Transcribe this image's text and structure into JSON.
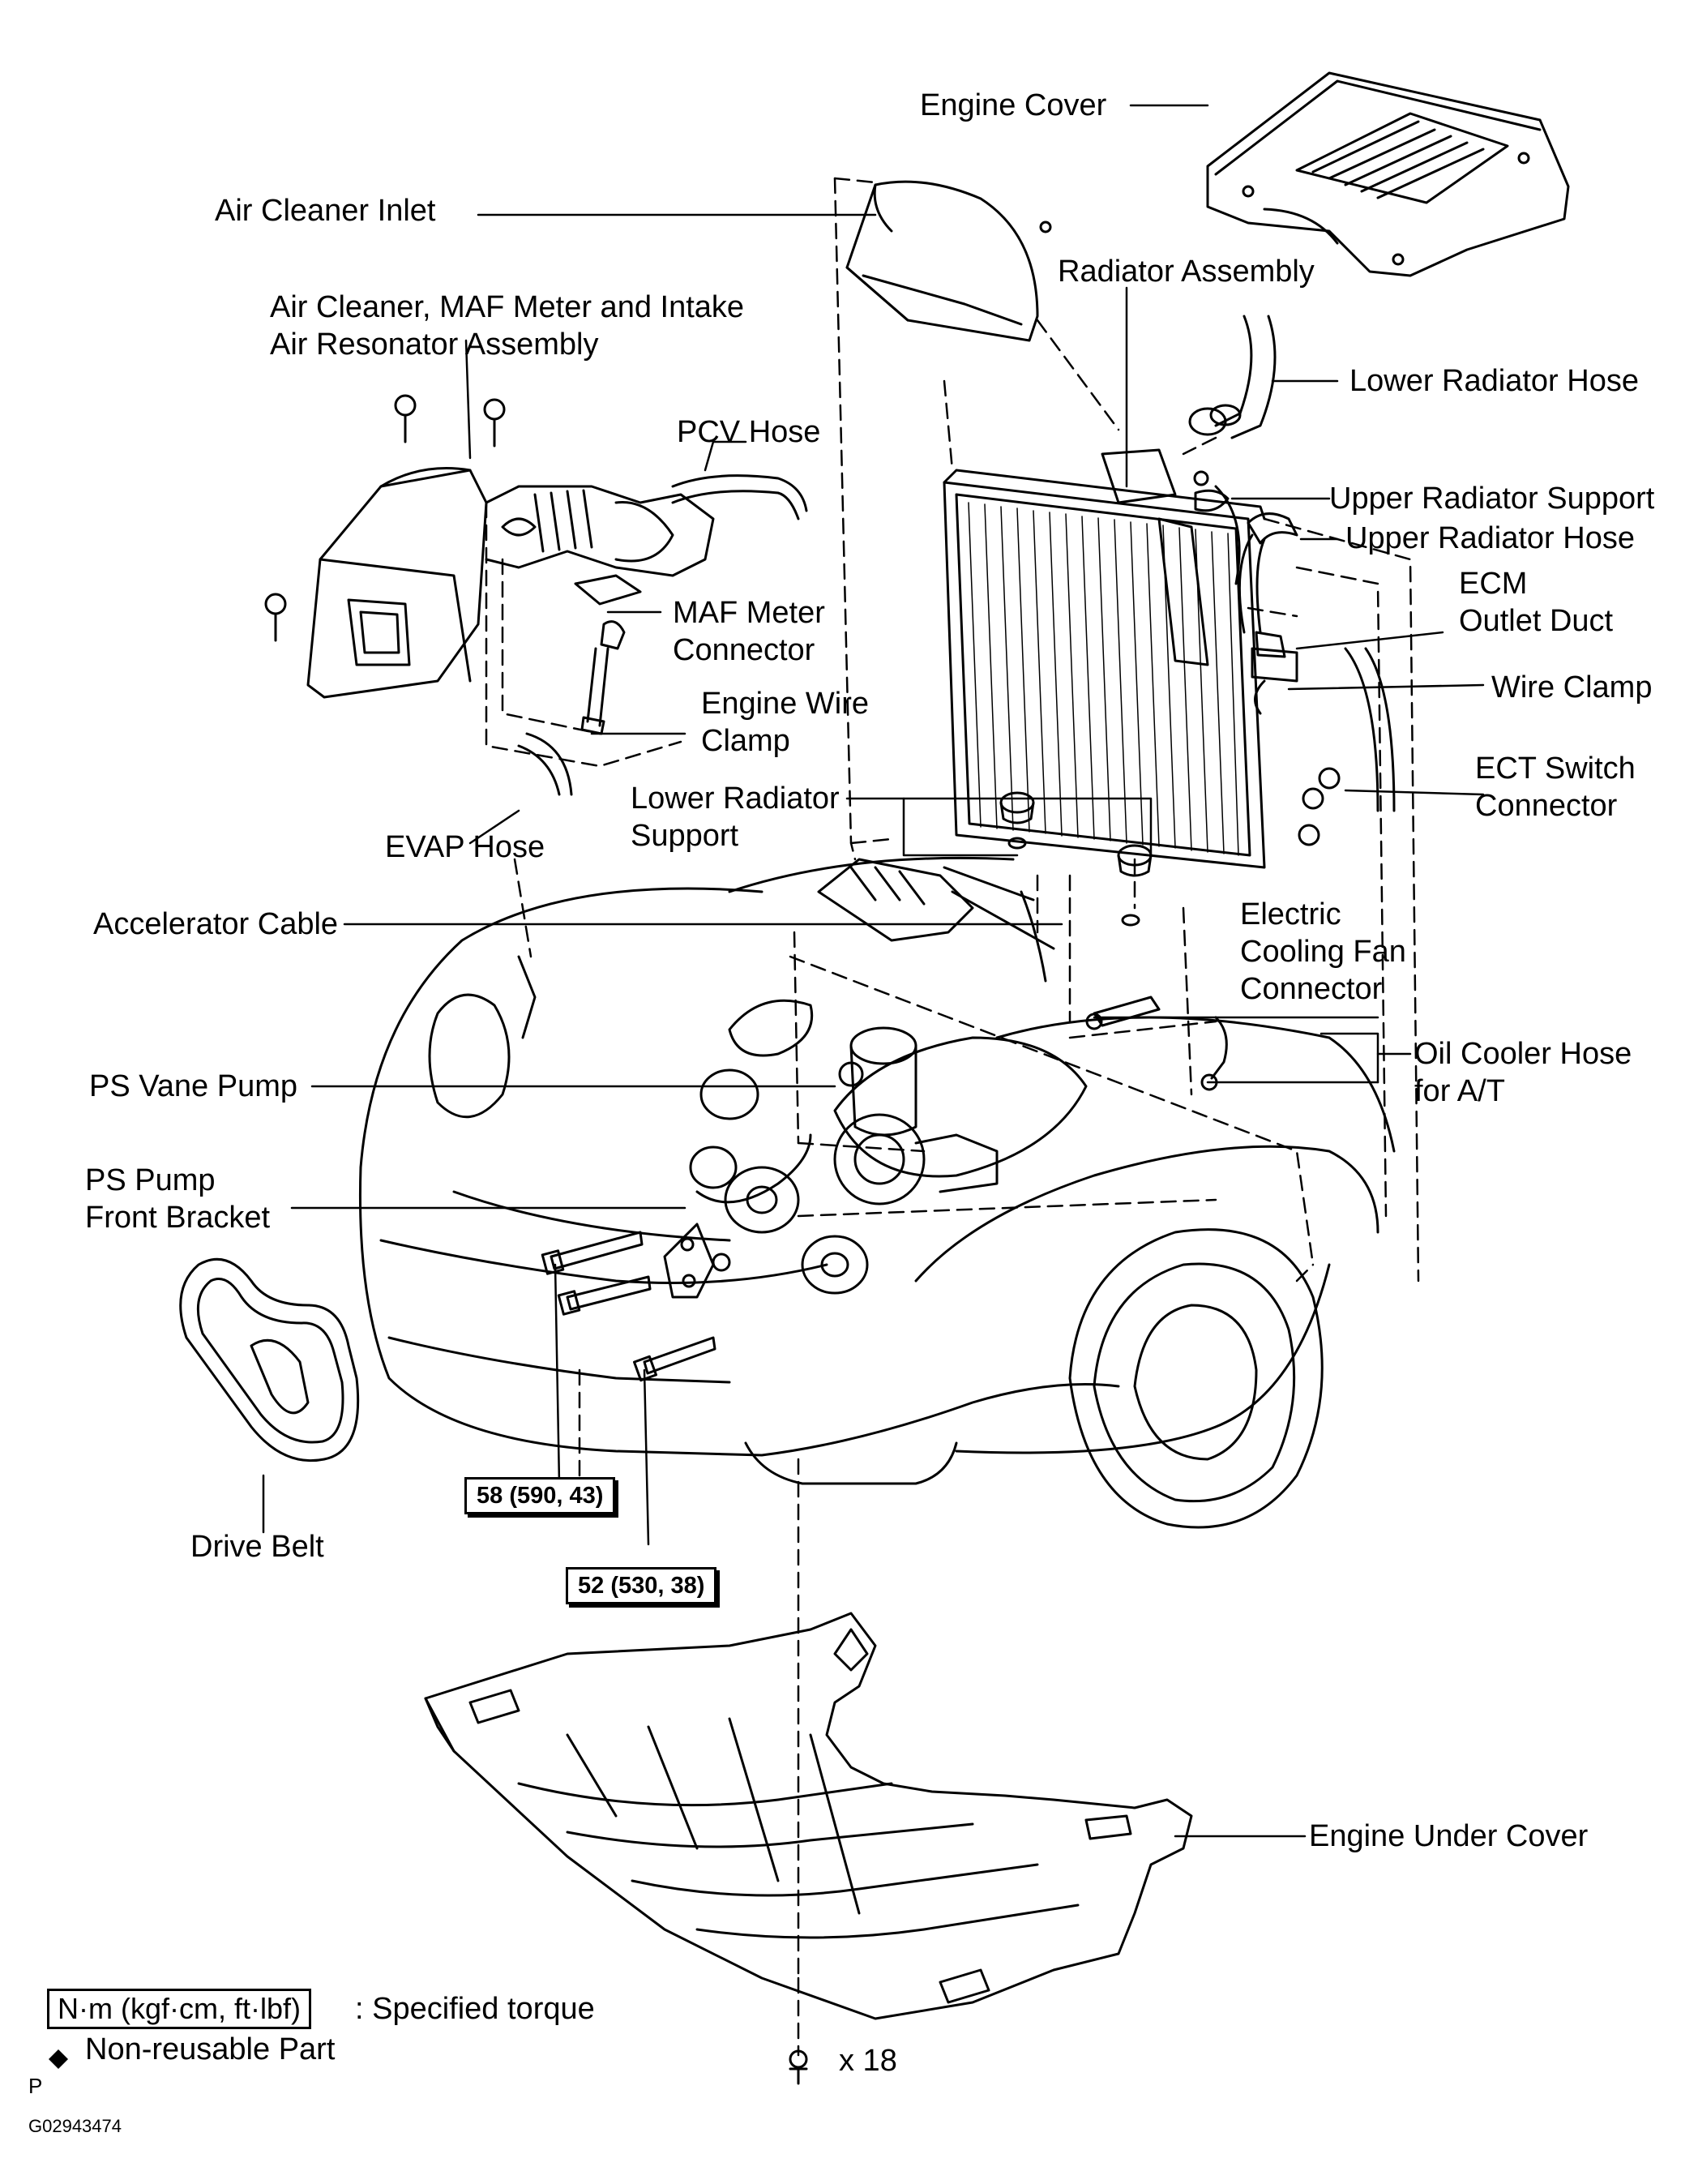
{
  "labels": {
    "engine_cover": "Engine Cover",
    "air_cleaner_inlet": "Air Cleaner Inlet",
    "radiator_assembly": "Radiator Assembly",
    "air_cleaner_assembly_1": "Air Cleaner, MAF Meter and Intake",
    "air_cleaner_assembly_2": "Air Resonator Assembly",
    "lower_radiator_hose": "Lower Radiator Hose",
    "pcv_hose": "PCV Hose",
    "upper_radiator_support": "Upper Radiator Support",
    "upper_radiator_hose": "Upper Radiator Hose",
    "ecm_outlet_duct_1": "ECM",
    "ecm_outlet_duct_2": "Outlet Duct",
    "maf_meter_connector_1": "MAF Meter",
    "maf_meter_connector_2": "Connector",
    "wire_clamp": "Wire Clamp",
    "engine_wire_clamp_1": "Engine Wire",
    "engine_wire_clamp_2": "Clamp",
    "ect_switch_connector_1": "ECT Switch",
    "ect_switch_connector_2": "Connector",
    "lower_radiator_support_1": "Lower Radiator",
    "lower_radiator_support_2": "Support",
    "evap_hose": "EVAP Hose",
    "electric_fan_connector_1": "Electric",
    "electric_fan_connector_2": "Cooling Fan",
    "electric_fan_connector_3": "Connector",
    "accelerator_cable": "Accelerator Cable",
    "oil_cooler_hose_1": "Oil Cooler Hose",
    "oil_cooler_hose_2": "for A/T",
    "ps_vane_pump": "PS Vane Pump",
    "ps_pump_bracket_1": "PS Pump",
    "ps_pump_bracket_2": "Front Bracket",
    "drive_belt": "Drive Belt",
    "engine_under_cover": "Engine Under Cover",
    "bolt_count": "x 18"
  },
  "torques": {
    "t58": "58 (590, 43)",
    "t52": "52 (530, 38)"
  },
  "legend": {
    "unit": "N·m (kgf·cm, ft·lbf)",
    "specified": ": Specified torque",
    "nonreusable_symbol": "◆",
    "nonreusable": "Non-reusable Part",
    "p_mark": "P",
    "figure_code": "G02943474"
  }
}
